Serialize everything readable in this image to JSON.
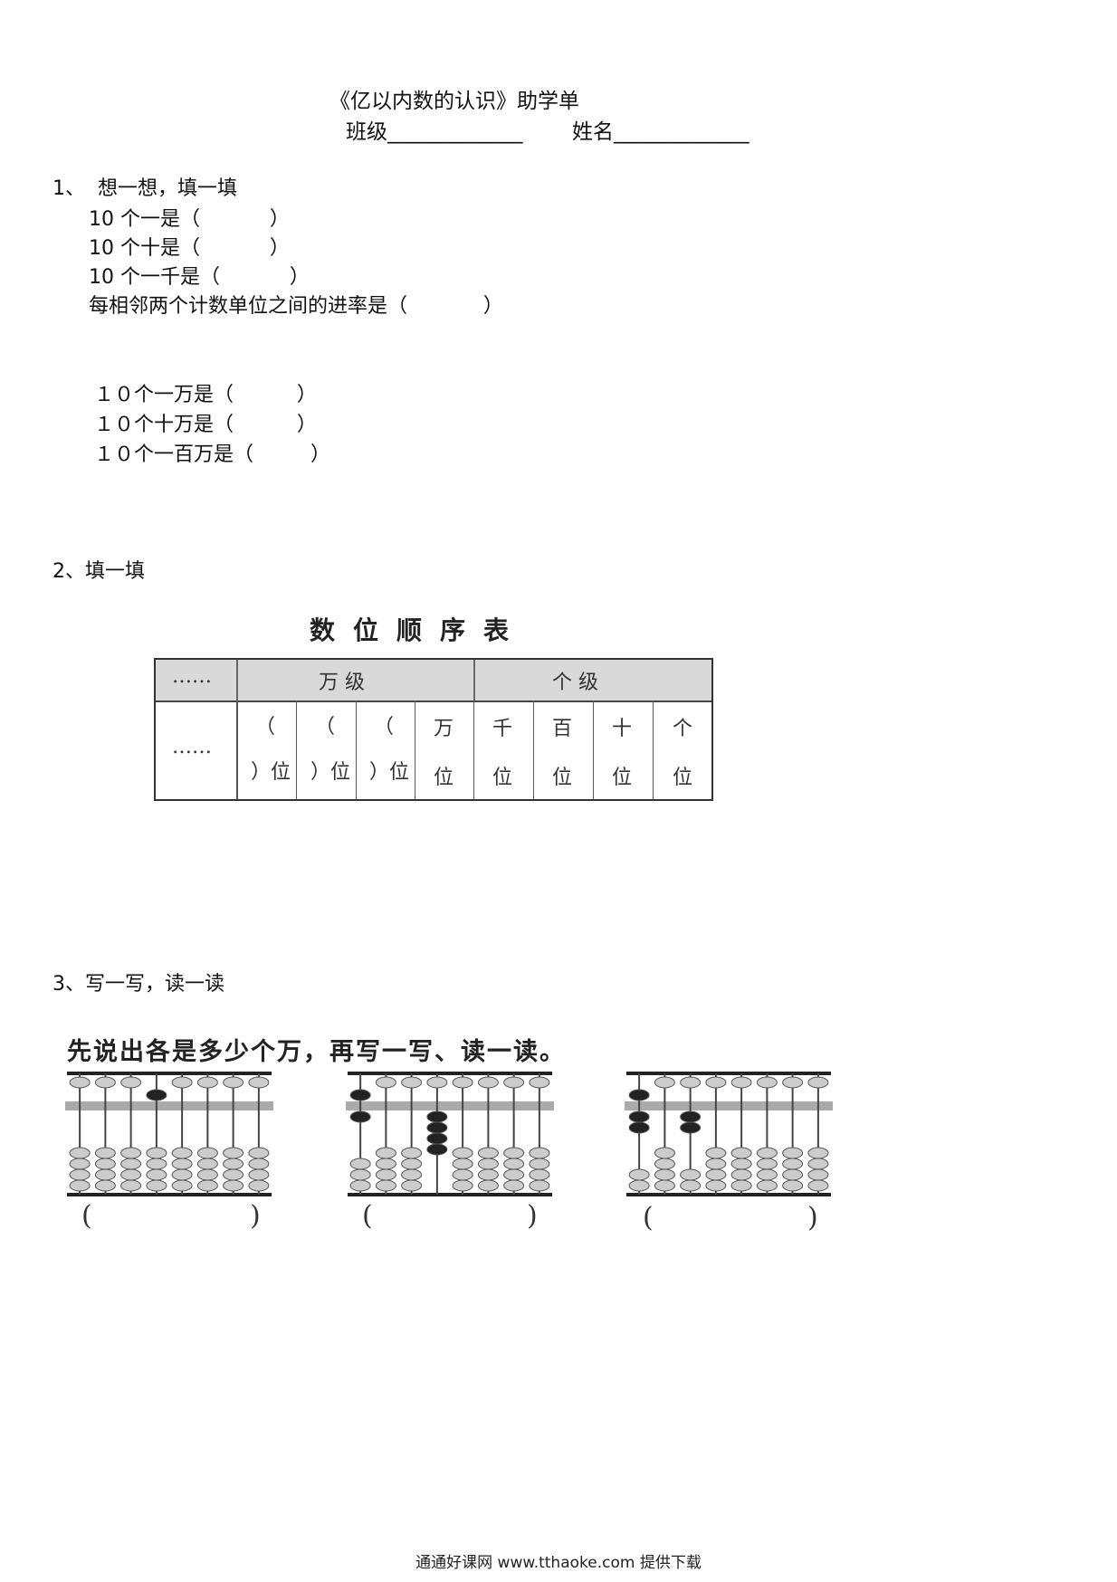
{
  "header": {
    "title": "《亿以内数的认识》助学单",
    "class_label": "班级_____________",
    "name_label": "姓名_____________"
  },
  "section1": {
    "heading": "1、  想一想，填一填",
    "items": [
      "10 个一是（           ）",
      "10 个十是（           ）",
      "10 个一千是（           ）",
      "每相邻两个计数单位之间的进率是（            ）"
    ],
    "items2": [
      "１０个一万是（          ）",
      "１０个十万是（          ）",
      "１０个一百万是（         ）"
    ]
  },
  "section2": {
    "heading": "2、填一填",
    "table_title": "数位顺序表",
    "dots": "……",
    "groups": [
      "万  级",
      "个  级"
    ],
    "digit_cells": [
      {
        "top": "（",
        "bottom": "）位"
      },
      {
        "top": "（",
        "bottom": "）位"
      },
      {
        "top": "（",
        "bottom": "）位"
      },
      {
        "top": "万",
        "bottom": "位"
      },
      {
        "top": "千",
        "bottom": "位"
      },
      {
        "top": "百",
        "bottom": "位"
      },
      {
        "top": "十",
        "bottom": "位"
      },
      {
        "top": "个",
        "bottom": "位"
      }
    ]
  },
  "section3": {
    "heading": "3、写一写，读一读",
    "caption": "先说出各是多少个万，再写一写、读一读。",
    "abacuses": [
      {
        "upper": [
          0,
          0,
          0,
          1,
          0,
          0,
          0,
          0
        ],
        "lower": [
          0,
          0,
          0,
          0,
          0,
          0,
          0,
          0
        ]
      },
      {
        "upper": [
          1,
          0,
          0,
          0,
          0,
          0,
          0,
          0
        ],
        "lower": [
          1,
          0,
          0,
          4,
          0,
          0,
          0,
          0
        ]
      },
      {
        "upper": [
          1,
          0,
          0,
          0,
          0,
          0,
          0,
          0
        ],
        "lower": [
          2,
          0,
          2,
          0,
          0,
          0,
          0,
          0
        ]
      }
    ],
    "paren_open": "(",
    "paren_close": ")"
  },
  "footer": "通通好课网  www.tthaoke.com  提供下载"
}
